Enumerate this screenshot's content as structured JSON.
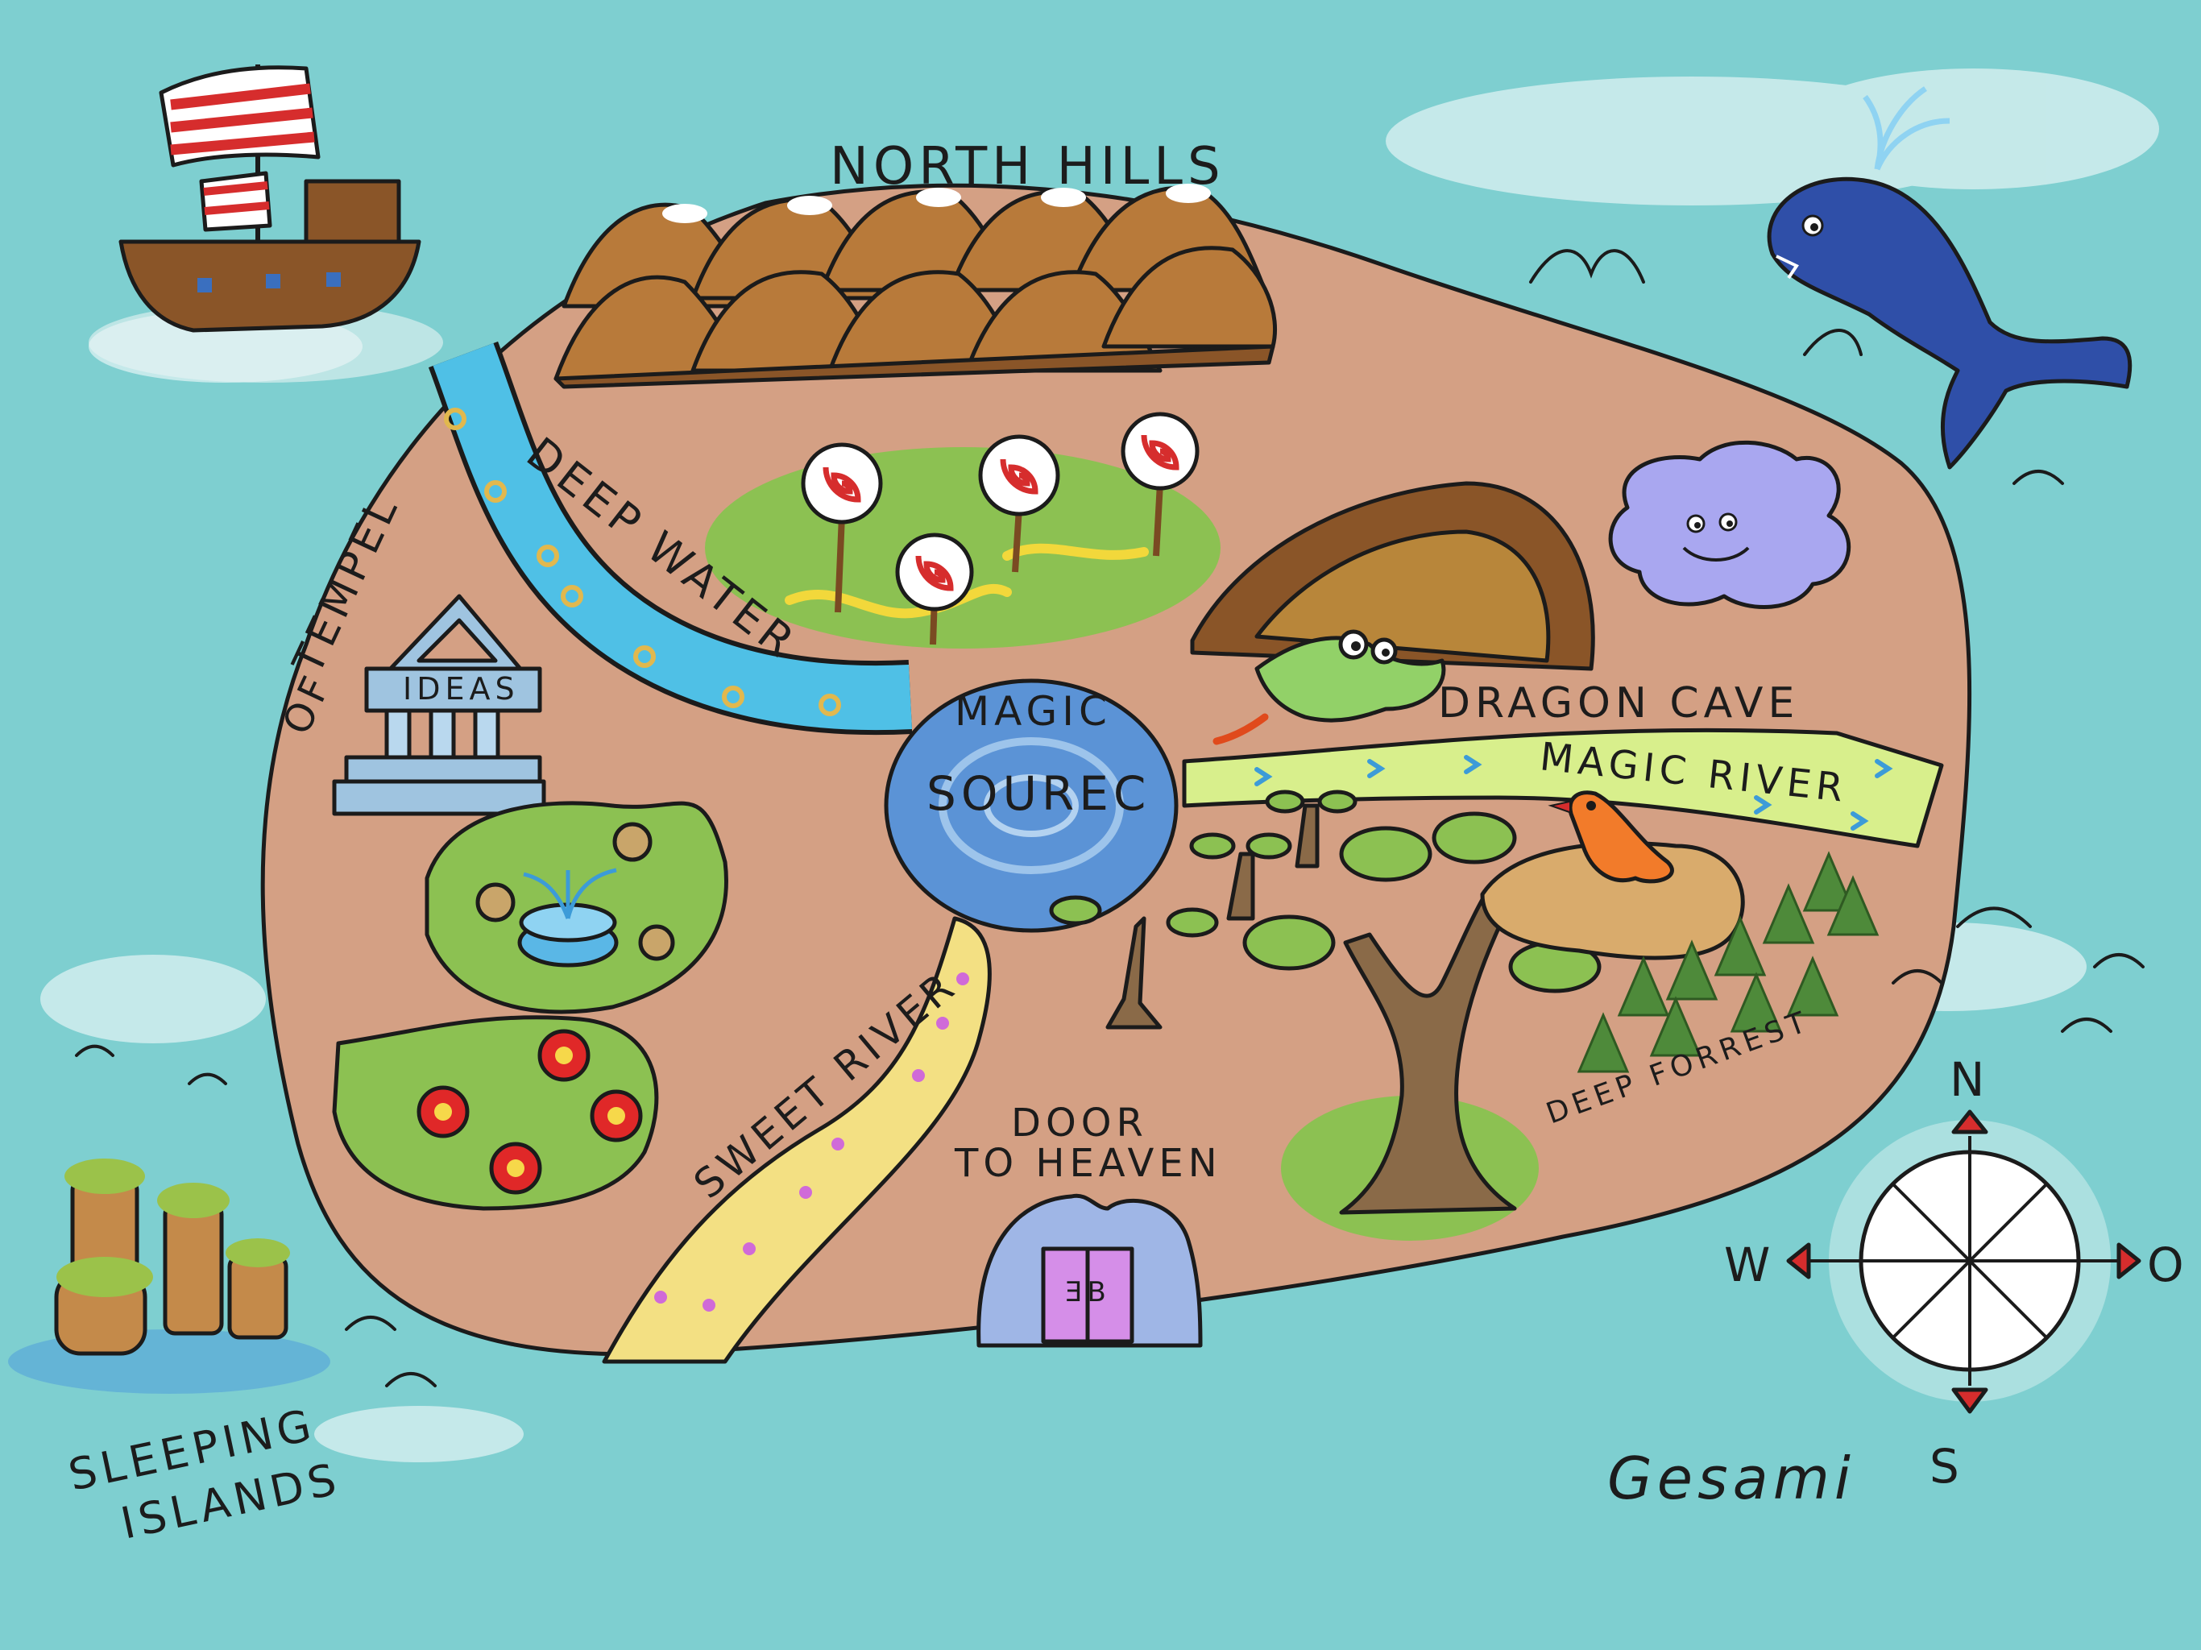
{
  "map": {
    "colors": {
      "sea": "#7ecfd0",
      "island": "#d4a084",
      "deep_water": "#4fc0e6",
      "magic_source": "#5b93d6",
      "magic_river": "#d8ef8c",
      "sweet_river": "#f3e083",
      "meadow": "#8cc152",
      "mountains": "#b87a3a",
      "whale": "#2f4fa8",
      "cloud": "#a9a7f0",
      "door": "#9fb6e6",
      "door_inner": "#d58ee8"
    },
    "places": {
      "north_hills": "NORTH HILLS",
      "deep_water": "DEEP WATER",
      "tempel_line1": "TEMPEL",
      "tempel_line2": "OF",
      "tempel_sign": "IDEAS",
      "magic_source_line1": "MAGIC",
      "magic_source_line2": "SOUREC",
      "dragon_cave": "DRAGON CAVE",
      "magic_river": "MAGIC RIVER",
      "sweet_river": "SWEET RIVER",
      "door_line1": "DOOR",
      "door_line2": "TO HEAVEN",
      "door_sign": "ƎB",
      "deep_forrest": "DEEP FORREST",
      "sleeping_line1": "SLEEPING",
      "sleeping_line2": "ISLANDS"
    },
    "compass": {
      "n": "N",
      "s": "S",
      "w": "W",
      "e": "O"
    },
    "signature": "Gesami",
    "icons": [
      "pirate-ship-icon",
      "whale-icon",
      "smiling-cloud-icon",
      "dragon-icon",
      "lollipop-tree-icon",
      "fountain-icon",
      "flower-icon",
      "tree-icon",
      "bird-icon",
      "pine-tree-icon",
      "compass-rose-icon",
      "temple-icon",
      "door-icon",
      "house-island-icon"
    ]
  }
}
